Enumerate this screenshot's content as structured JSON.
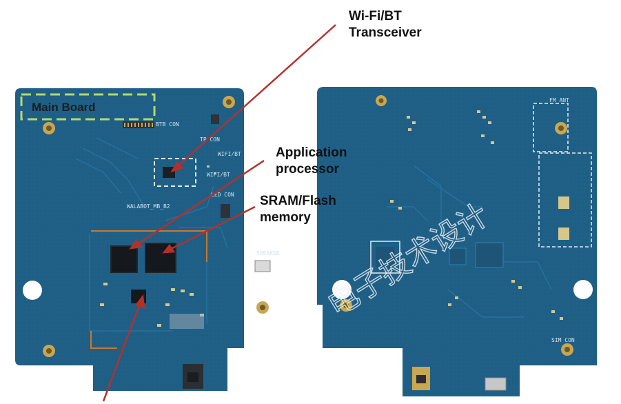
{
  "annotations": {
    "wifi_bt": {
      "line1": "Wi-Fi/BT",
      "line2": "Transceiver"
    },
    "app_processor": {
      "line1": "Application",
      "line2": "processor"
    },
    "sram_flash": {
      "line1": "SRAM/Flash",
      "line2": "memory"
    }
  },
  "boards": {
    "main_board_label": "Main Board",
    "silkscreen": {
      "btb_con": "BTB CON",
      "tp_con": "TP CON",
      "wifi_bt_top": "WIFI/BT",
      "wifi_bt_side": "WIFI/BT",
      "led_con": "LED CON",
      "board_name": "WALABOT_MB_B2",
      "speaker": "SPEAKER",
      "fm_ant": "FM ANT",
      "sim_con": "SIM CON"
    }
  },
  "watermark": "电子技术设计",
  "colors": {
    "pcb": "#1f5f86",
    "pcb_dark": "#174d6e",
    "arrow": "#b3312b",
    "dash_green": "#b5d96a",
    "dash_white": "#e6eef3"
  }
}
